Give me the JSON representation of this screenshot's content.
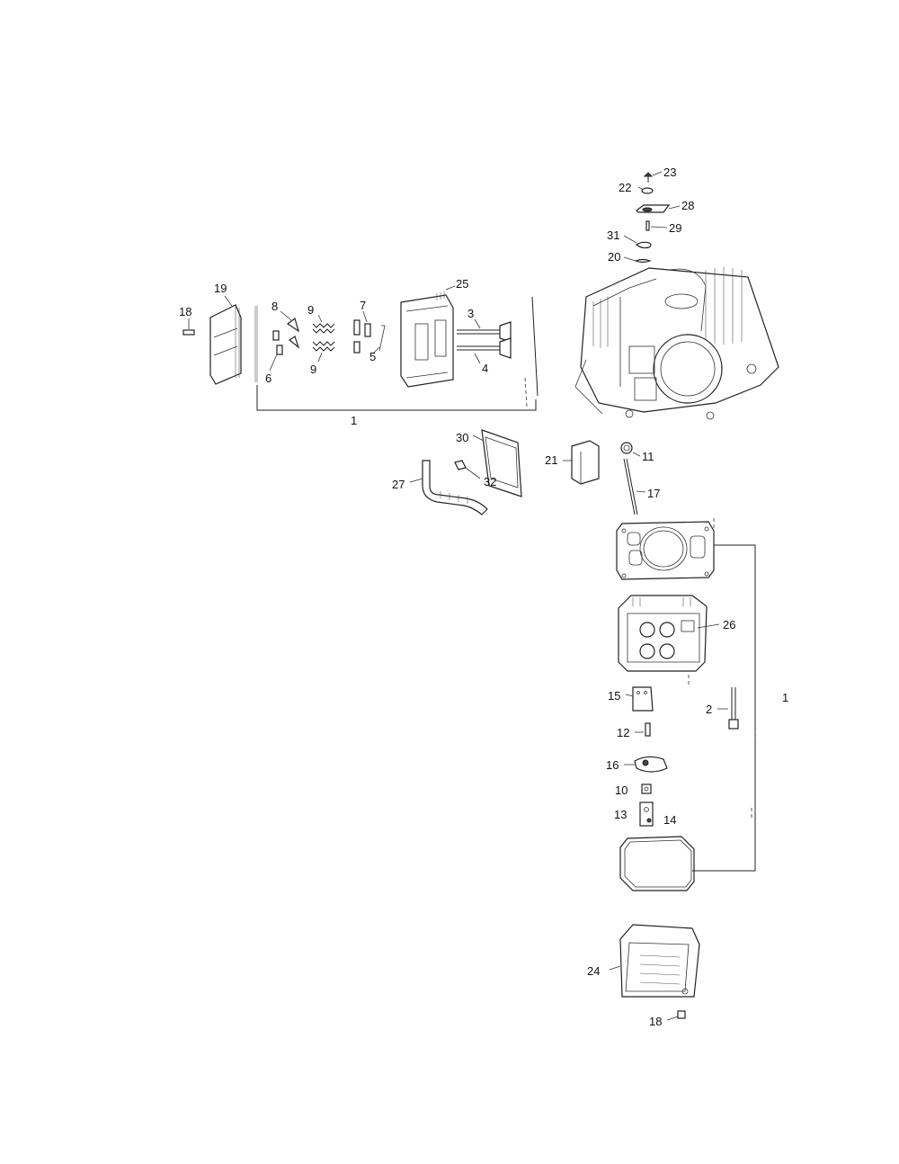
{
  "callouts": {
    "c1a": "1",
    "c1b": "1",
    "c2": "2",
    "c3": "3",
    "c4": "4",
    "c5": "5",
    "c6": "6",
    "c7": "7",
    "c8": "8",
    "c9a": "9",
    "c9b": "9",
    "c10": "10",
    "c11": "11",
    "c12": "12",
    "c13": "13",
    "c14": "14",
    "c15": "15",
    "c16": "16",
    "c17": "17",
    "c18a": "18",
    "c18b": "18",
    "c19": "19",
    "c20": "20",
    "c21": "21",
    "c22": "22",
    "c23": "23",
    "c24": "24",
    "c25": "25",
    "c26": "26",
    "c27": "27",
    "c28": "28",
    "c29": "29",
    "c30": "30",
    "c31": "31",
    "c32": "32"
  }
}
